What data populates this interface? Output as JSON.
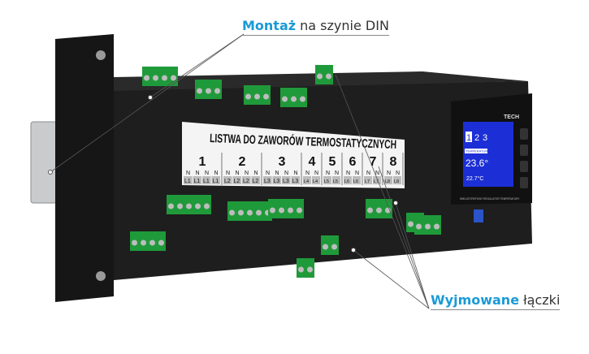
{
  "callouts": {
    "mount": {
      "bold": "Montaż",
      "rest": " na szynie DIN"
    },
    "removable": {
      "bold": "Wyjmowane",
      "rest": " łączki"
    }
  },
  "front_label": {
    "title": "LISTWA DO ZAWORÓW TERMOSTATYCZNYCH",
    "zones": [
      {
        "number": "1",
        "top": [
          "N",
          "N",
          "N",
          "N"
        ],
        "bottom": [
          "L1",
          "L1",
          "L1",
          "L1"
        ]
      },
      {
        "number": "2",
        "top": [
          "N",
          "N",
          "N",
          "N"
        ],
        "bottom": [
          "L2",
          "L2",
          "L2",
          "L2"
        ]
      },
      {
        "number": "3",
        "top": [
          "N",
          "N",
          "N",
          "N"
        ],
        "bottom": [
          "L3",
          "L3",
          "L3",
          "L3"
        ]
      },
      {
        "number": "4",
        "top": [
          "N",
          "N"
        ],
        "bottom": [
          "L4",
          "L4"
        ]
      },
      {
        "number": "5",
        "top": [
          "N",
          "N"
        ],
        "bottom": [
          "L5",
          "L5"
        ]
      },
      {
        "number": "6",
        "top": [
          "N",
          "N"
        ],
        "bottom": [
          "L6",
          "L6"
        ]
      },
      {
        "number": "7",
        "top": [
          "N",
          "N"
        ],
        "bottom": [
          "L7",
          "L7"
        ]
      },
      {
        "number": "8",
        "top": [
          "N",
          "N"
        ],
        "bottom": [
          "L8",
          "L8"
        ]
      }
    ]
  },
  "display": {
    "brand": "TECH",
    "zone_tabs": [
      "1",
      "2",
      "3"
    ],
    "temp_label": "TEMPERATURA",
    "temp_value": "23.6°",
    "temp_set": "22.7°C",
    "footer": "WIELOSTREFOWY REGULATOR TEMPERATURY"
  },
  "colors": {
    "accent": "#1a9ad6",
    "terminal_green": "#1f9a3a",
    "body": "#1b1b1b",
    "screen": "#1c2fd6"
  }
}
